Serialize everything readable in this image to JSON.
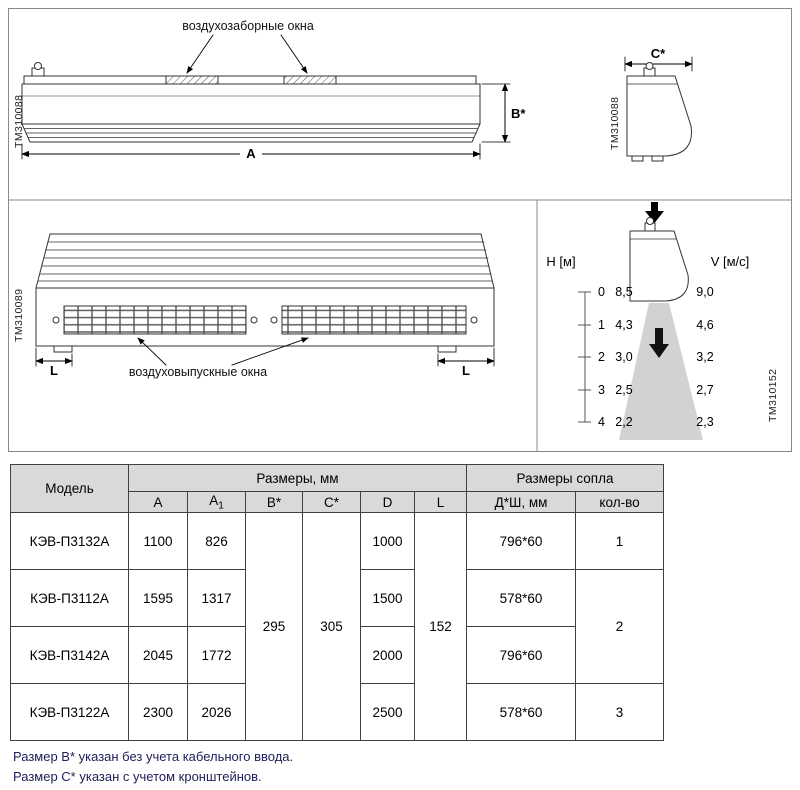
{
  "diagram": {
    "intake_label": "воздухозаборные окна",
    "outlet_label": "воздуховыпускные окна",
    "dim_a": "A",
    "dim_b": "B*",
    "dim_c": "C*",
    "dim_l": "L",
    "tm_front": "TM310088",
    "tm_bottom": "TM310089",
    "tm_chart": "TM310152"
  },
  "velocity": {
    "h_label": "H [м]",
    "v_label": "V [м/с]",
    "ticks": [
      "0",
      "1",
      "2",
      "3",
      "4"
    ],
    "h_values": [
      "8,5",
      "4,3",
      "3,0",
      "2,5",
      "2,2"
    ],
    "v_values": [
      "9,0",
      "4,6",
      "3,2",
      "2,7",
      "2,3"
    ]
  },
  "table": {
    "header": {
      "model": "Модель",
      "dims_group": "Размеры, мм",
      "nozzle_group": "Размеры сопла",
      "col_a": "A",
      "col_a1_base": "A",
      "col_a1_sub": "1",
      "col_b": "B*",
      "col_c": "C*",
      "col_d": "D",
      "col_l": "L",
      "col_nozzle_size": "Д*Ш, мм",
      "col_qty": "кол-во"
    },
    "merged": {
      "b": "295",
      "c": "305",
      "l": "152",
      "qty_mid": "2"
    },
    "rows": [
      {
        "model": "КЭВ-П3132А",
        "a": "1100",
        "a1": "826",
        "d": "1000",
        "nozzle": "796*60",
        "qty": "1"
      },
      {
        "model": "КЭВ-П3112А",
        "a": "1595",
        "a1": "1317",
        "d": "1500",
        "nozzle": "578*60"
      },
      {
        "model": "КЭВ-П3142А",
        "a": "2045",
        "a1": "1772",
        "d": "2000",
        "nozzle": "796*60"
      },
      {
        "model": "КЭВ-П3122А",
        "a": "2300",
        "a1": "2026",
        "d": "2500",
        "nozzle": "578*60",
        "qty": "3"
      }
    ]
  },
  "notes": [
    "Размер B* указан без учета кабельного ввода.",
    "Размер C* указан с учетом кронштейнов."
  ]
}
